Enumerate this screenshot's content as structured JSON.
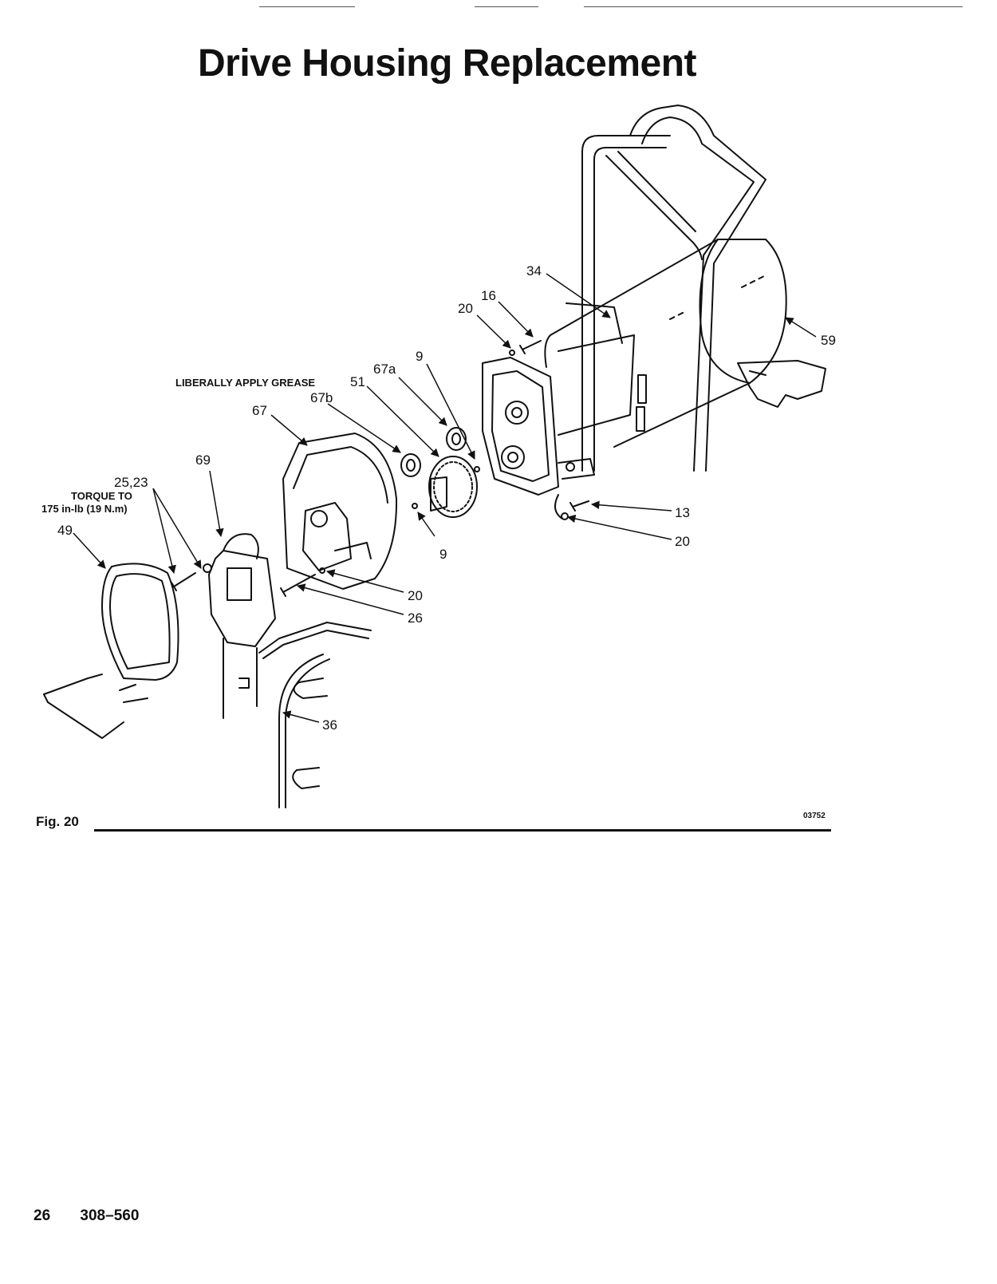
{
  "page": {
    "title": "Drive Housing Replacement",
    "figure_label": "Fig. 20",
    "drawing_number": "03752",
    "page_number": "26",
    "document_number": "308–560"
  },
  "figure": {
    "callouts": {
      "c34": "34",
      "c16": "16",
      "c20_top": "20",
      "c59": "59",
      "c9_top": "9",
      "c67a": "67a",
      "c51": "51",
      "c67b": "67b",
      "c67": "67",
      "c69": "69",
      "c25_23": "25,23",
      "c49": "49",
      "c9_mid": "9",
      "c13": "13",
      "c20_right": "20",
      "c20_low": "20",
      "c26": "26",
      "c36": "36"
    },
    "notes": {
      "grease": "LIBERALLY APPLY GREASE",
      "torque_1": "TORQUE TO",
      "torque_2": "175 in-lb (19 N.m)"
    }
  }
}
